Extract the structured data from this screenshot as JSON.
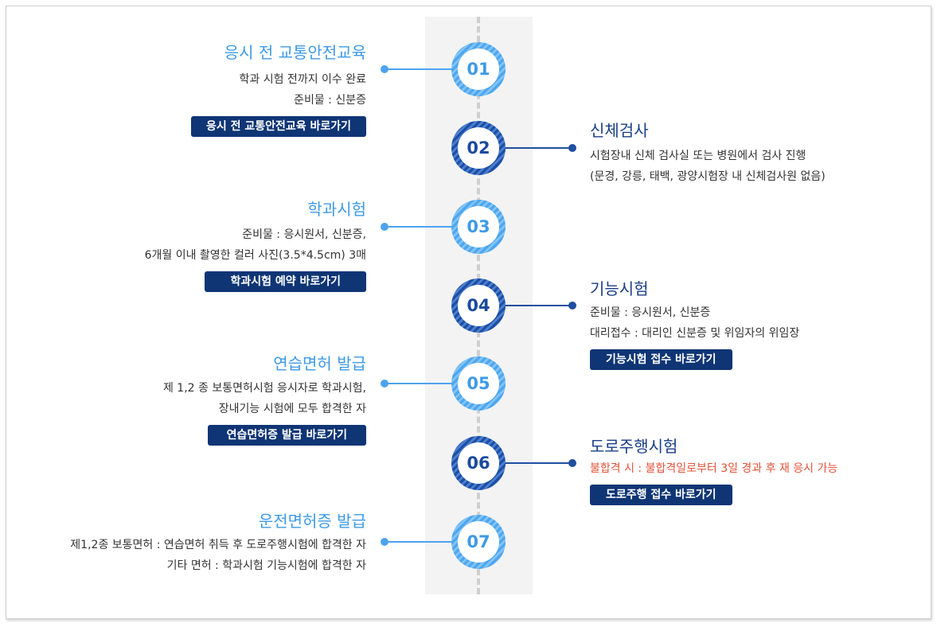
{
  "colors": {
    "accent_light": "#3e9ae6",
    "accent_dark": "#1a3e86",
    "button_bg": "#0f3575",
    "warning_text": "#e5533a",
    "band_bg": "#f3f3f3"
  },
  "steps": [
    {
      "number": "01",
      "title": "응시 전 교통안전교육",
      "lines": [
        "학과 시험 전까지 이수 완료",
        "준비물 : 신분증"
      ],
      "button": "응시 전 교통안전교육 바로가기"
    },
    {
      "number": "02",
      "title": "신체검사",
      "lines": [
        "시험장내 신체 검사실 또는 병원에서 검사 진행",
        "(문경, 강릉, 태백, 광양시험장 내 신체검사원 없음)"
      ]
    },
    {
      "number": "03",
      "title": "학과시험",
      "lines": [
        "준비물 : 응시원서, 신분증,",
        "6개월 이내 촬영한 컬러 사진(3.5*4.5cm) 3매"
      ],
      "button": "학과시험 예약 바로가기"
    },
    {
      "number": "04",
      "title": "기능시험",
      "lines": [
        "준비물 : 응시원서, 신분증",
        "대리접수 : 대리인 신분증 및 위임자의 위임장"
      ],
      "button": "기능시험 접수 바로가기"
    },
    {
      "number": "05",
      "title": "연습면허 발급",
      "lines": [
        "제 1,2 종 보통면허시험 응시자로 학과시험,",
        "장내기능 시험에 모두 합격한 자"
      ],
      "button": "연습면허증 발급 바로가기"
    },
    {
      "number": "06",
      "title": "도로주행시험",
      "lines": [
        "불합격 시 : 불합격일로부터 3일 경과 후 재 응시 가능"
      ],
      "button": "도로주행 접수 바로가기"
    },
    {
      "number": "07",
      "title": "운전면허증 발급",
      "lines": [
        "제1,2종 보통면허 : 연습면허 취득 후 도로주행시험에 합격한 자",
        "기타 면허 : 학과시험 기능시험에 합격한 자"
      ]
    }
  ]
}
